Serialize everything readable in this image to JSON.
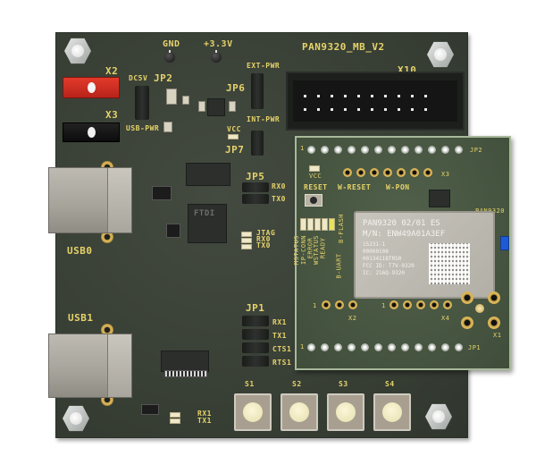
{
  "image": {
    "subject": "PAN9320 evaluation motherboard with PAN9320 module daughterboard",
    "background_color": "#ffffff",
    "pcb_color": "#3a4137",
    "silkscreen_color": "#e6d36a"
  },
  "mainboard": {
    "title": "PAN9320_MB_V2",
    "test_points": {
      "gnd": "GND",
      "v33": "+3.3V"
    },
    "power_connectors": {
      "x2": "X2",
      "x3": "X3"
    },
    "jumpers": {
      "jp2": "JP2",
      "jp2_dc5v": "DC5V",
      "jp2_usbpwr": "USB-PWR",
      "jp6": "JP6",
      "jp6_ext": "EXT-PWR",
      "jp6_int": "INT-PWR",
      "jp7": "JP7",
      "vcc": "VCC",
      "jp5": "JP5",
      "jp5_rx": "RX0",
      "jp5_tx": "TX0",
      "jp1": "JP1",
      "jp1_rx": "RX1",
      "jp1_tx": "TX1",
      "jp1_cts": "CTS1",
      "jp1_rts": "RTS1"
    },
    "header": "X10",
    "usb": {
      "usb0": "USB0",
      "usb1": "USB1"
    },
    "ftdi_chip": "FTDI",
    "leds_usb0": [
      "JTAG",
      "RX0",
      "TX0"
    ],
    "leds_usb1": [
      "RX1",
      "TX1"
    ],
    "buttons": [
      "S1",
      "S2",
      "S3",
      "S4"
    ]
  },
  "module_board": {
    "label": "PAN9320",
    "jp2": "JP2",
    "jp1": "JP1",
    "x1": "X1",
    "x2": "X2",
    "x3": "X3",
    "x4": "X4",
    "pin1": "1",
    "vcc": "VCC",
    "buttons": {
      "reset": "RESET",
      "w_reset": "W-RESET",
      "w_pon": "W-PON"
    },
    "led_labels": [
      "MSTATUS",
      "IP-CONN",
      "ERROR",
      "WSTATUS",
      "READY"
    ],
    "vertical_labels": {
      "uart": "B-UART",
      "flash": "B-FLASH"
    },
    "shield": {
      "line1": "PAN9320   02/01   ES",
      "line2": "M/N: ENW49A01A3EF",
      "line3": "15231-1",
      "line4": "00000108",
      "line5": "00134118TRS0",
      "line6": "FCC ID: T7V-9320",
      "line7": "IC: 216Q-9320"
    }
  }
}
